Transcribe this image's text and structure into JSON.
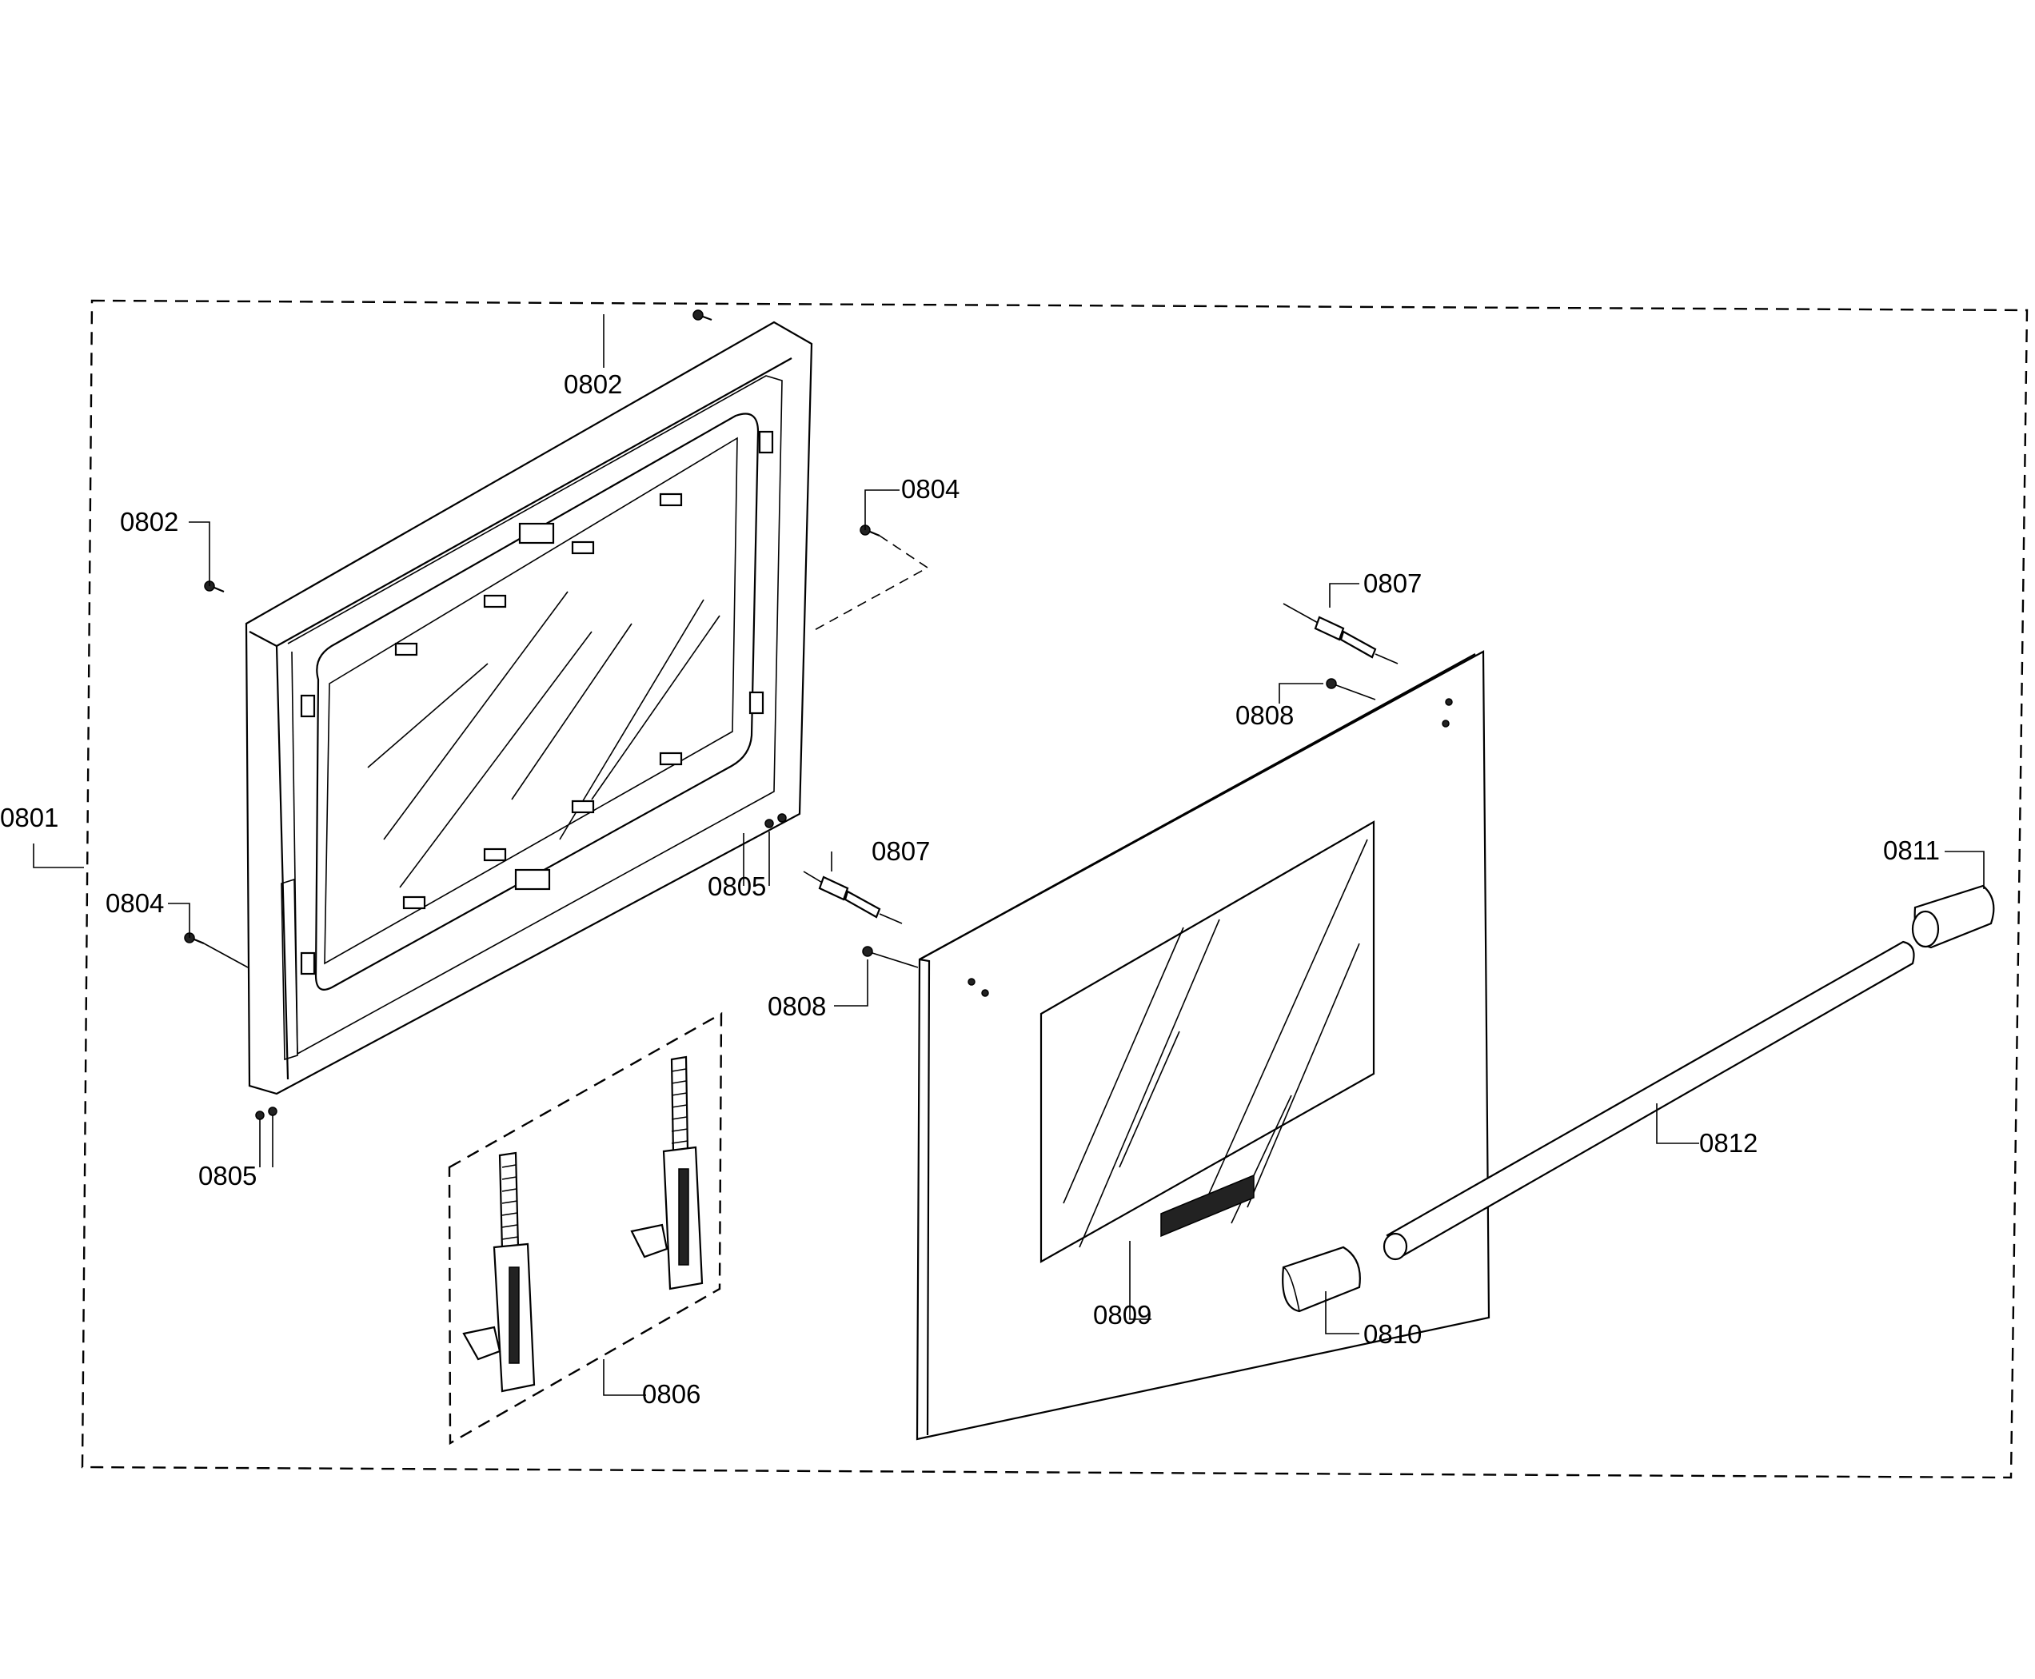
{
  "callouts": [
    {
      "id": "label-0801",
      "text": "0801"
    },
    {
      "id": "label-0802-top",
      "text": "0802"
    },
    {
      "id": "label-0802-left",
      "text": "0802"
    },
    {
      "id": "label-0804-right",
      "text": "0804"
    },
    {
      "id": "label-0804-left",
      "text": "0804"
    },
    {
      "id": "label-0805-right",
      "text": "0805"
    },
    {
      "id": "label-0805-left",
      "text": "0805"
    },
    {
      "id": "label-0806",
      "text": "0806"
    },
    {
      "id": "label-0807-top",
      "text": "0807"
    },
    {
      "id": "label-0807-mid",
      "text": "0807"
    },
    {
      "id": "label-0808-top",
      "text": "0808"
    },
    {
      "id": "label-0808-mid",
      "text": "0808"
    },
    {
      "id": "label-0809",
      "text": "0809"
    },
    {
      "id": "label-0810",
      "text": "0810"
    },
    {
      "id": "label-0811",
      "text": "0811"
    },
    {
      "id": "label-0812",
      "text": "0812"
    }
  ]
}
